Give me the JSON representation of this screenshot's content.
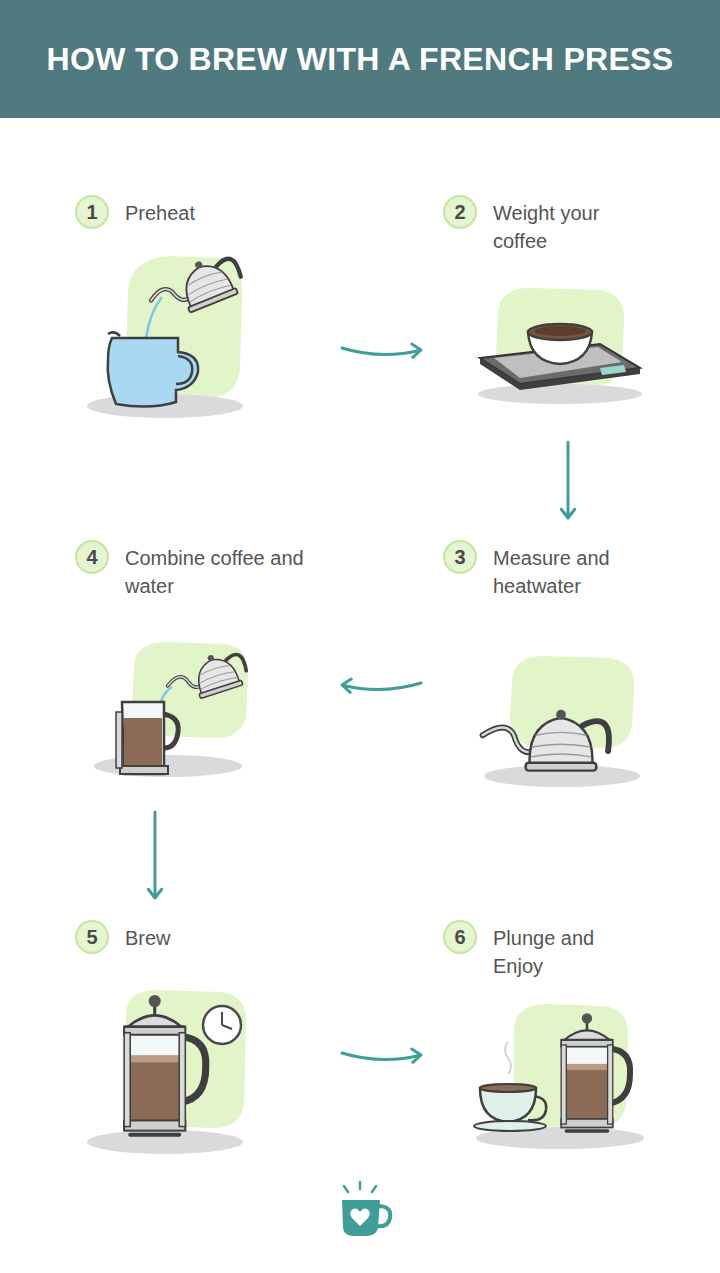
{
  "diagram": {
    "title": "HOW TO BREW WITH A FRENCH PRESS",
    "nodes": [
      {
        "text": [
          "1",
          "Preheat"
        ]
      },
      {
        "text": [
          "2",
          "Weight your coffee"
        ]
      },
      {
        "text": [
          "3",
          "Measure and heatwater"
        ]
      },
      {
        "text": [
          "4",
          "Combine coffee and water"
        ]
      },
      {
        "text": [
          "5",
          "Brew"
        ]
      },
      {
        "text": [
          "6",
          "Plunge and Enjoy"
        ]
      }
    ],
    "edges": [
      {
        "from": 0,
        "to": 1,
        "arrow": "to"
      },
      {
        "from": 1,
        "to": 2,
        "arrow": "to"
      },
      {
        "from": 2,
        "to": 3,
        "arrow": "to"
      },
      {
        "from": 3,
        "to": 4,
        "arrow": "to"
      },
      {
        "from": 4,
        "to": 5,
        "arrow": "to"
      }
    ]
  }
}
